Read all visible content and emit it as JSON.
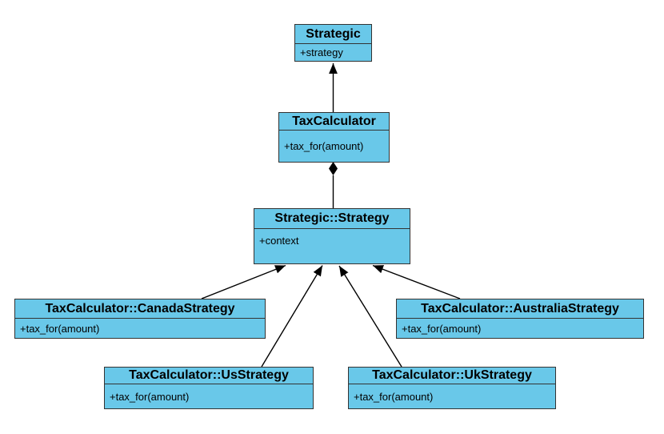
{
  "diagram": {
    "kind": "uml-class-diagram",
    "pattern": "Strategy",
    "background_color": "#ffffff",
    "box_fill_color": "#69c8e9",
    "box_border_color": "#333333",
    "line_color": "#000000",
    "classes": [
      {
        "id": "strategic",
        "name": "Strategic",
        "members": [
          "+strategy"
        ]
      },
      {
        "id": "tax-calculator",
        "name": "TaxCalculator",
        "members": [
          "+tax_for(amount)"
        ]
      },
      {
        "id": "strategic-strategy",
        "name": "Strategic::Strategy",
        "members": [
          "+context"
        ]
      },
      {
        "id": "canada-strategy",
        "name": "TaxCalculator::CanadaStrategy",
        "members": [
          "+tax_for(amount)"
        ]
      },
      {
        "id": "australia-strategy",
        "name": "TaxCalculator::AustraliaStrategy",
        "members": [
          "+tax_for(amount)"
        ]
      },
      {
        "id": "us-strategy",
        "name": "TaxCalculator::UsStrategy",
        "members": [
          "+tax_for(amount)"
        ]
      },
      {
        "id": "uk-strategy",
        "name": "TaxCalculator::UkStrategy",
        "members": [
          "+tax_for(amount)"
        ]
      }
    ],
    "relationships": [
      {
        "from": "TaxCalculator",
        "to": "Strategic",
        "type": "directed-arrow"
      },
      {
        "from": "TaxCalculator",
        "to": "Strategic::Strategy",
        "type": "composition-diamond"
      },
      {
        "from": "TaxCalculator::CanadaStrategy",
        "to": "Strategic::Strategy",
        "type": "directed-arrow"
      },
      {
        "from": "TaxCalculator::UsStrategy",
        "to": "Strategic::Strategy",
        "type": "directed-arrow"
      },
      {
        "from": "TaxCalculator::UkStrategy",
        "to": "Strategic::Strategy",
        "type": "directed-arrow"
      },
      {
        "from": "TaxCalculator::AustraliaStrategy",
        "to": "Strategic::Strategy",
        "type": "directed-arrow"
      }
    ]
  }
}
